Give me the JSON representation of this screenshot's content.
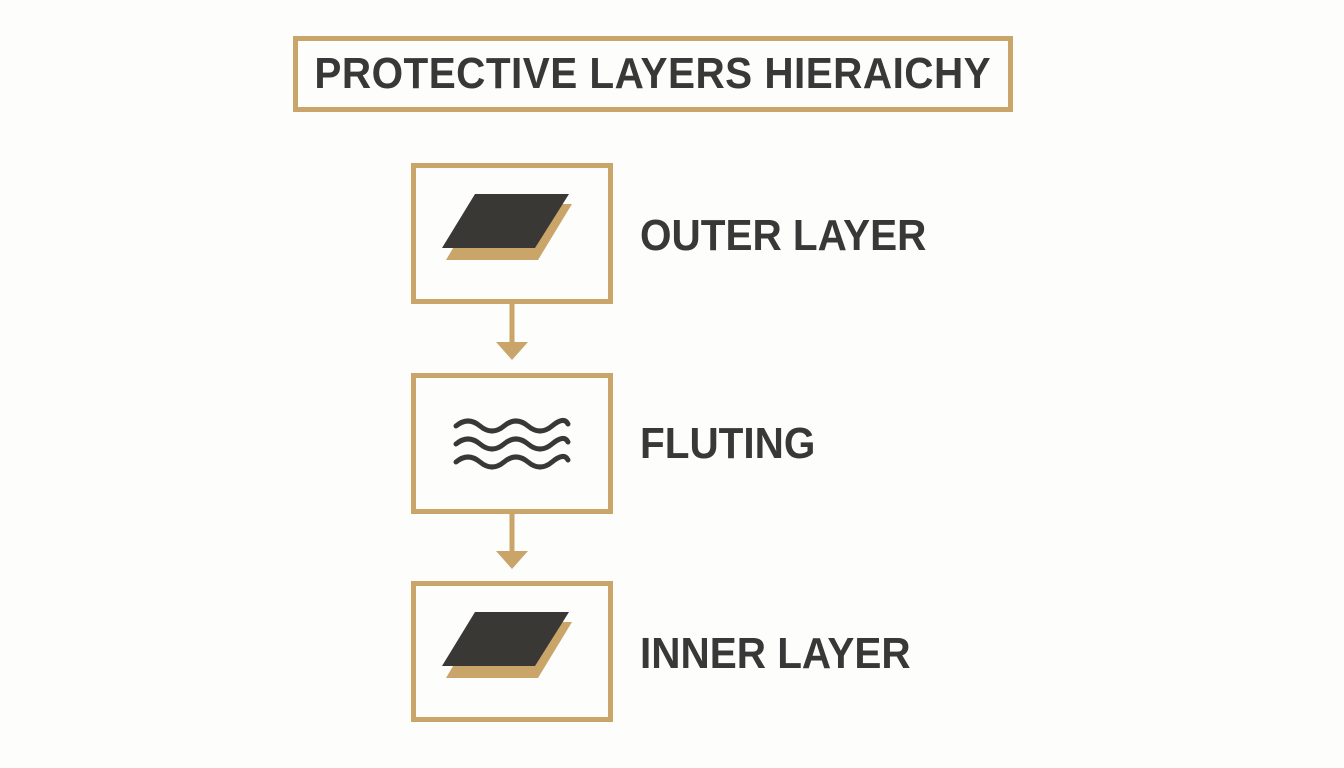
{
  "diagram": {
    "title": "PROTECTIVE LAYERS HIERAICHY",
    "steps": [
      {
        "label": "OUTER LAYER",
        "icon": "layer-sheet-icon"
      },
      {
        "label": "FLUTING",
        "icon": "wave-lines-icon"
      },
      {
        "label": "INNER LAYER",
        "icon": "layer-sheet-icon"
      }
    ],
    "colors": {
      "accent": "#c9a56a",
      "text": "#383838",
      "icon_dark": "#3a3835",
      "background": "#fdfdfc"
    }
  }
}
